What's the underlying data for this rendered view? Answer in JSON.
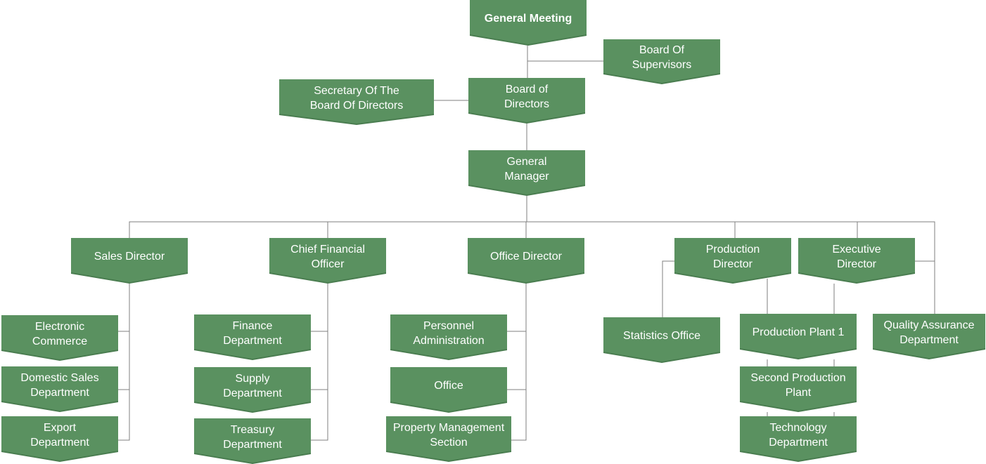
{
  "colors": {
    "box": "#5a9160",
    "box_shadow": "#4a7d50",
    "line": "#7f7f7f",
    "text": "#ffffff"
  },
  "nodes": [
    {
      "id": "general-meeting",
      "text": "General Meeting"
    },
    {
      "id": "board-of-supervisors",
      "text": "Board Of\nSupervisors"
    },
    {
      "id": "secretary-of-the-board",
      "text": "Secretary Of The\nBoard Of Directors"
    },
    {
      "id": "board-of-directors",
      "text": "Board of\nDirectors"
    },
    {
      "id": "general-manager",
      "text": "General\nManager"
    },
    {
      "id": "sales-director",
      "text": "Sales Director"
    },
    {
      "id": "chief-financial-officer",
      "text": "Chief Financial\nOfficer"
    },
    {
      "id": "office-director",
      "text": "Office Director"
    },
    {
      "id": "production-director",
      "text": "Production\nDirector"
    },
    {
      "id": "executive-director",
      "text": "Executive\nDirector"
    },
    {
      "id": "electronic-commerce",
      "text": "Electronic\nCommerce"
    },
    {
      "id": "domestic-sales-department",
      "text": "Domestic Sales\nDepartment"
    },
    {
      "id": "export-department",
      "text": "Export\nDepartment"
    },
    {
      "id": "finance-department",
      "text": "Finance\nDepartment"
    },
    {
      "id": "supply-department",
      "text": "Supply\nDepartment"
    },
    {
      "id": "treasury-department",
      "text": "Treasury\nDepartment"
    },
    {
      "id": "personnel-administration",
      "text": "Personnel\nAdministration"
    },
    {
      "id": "office",
      "text": "Office"
    },
    {
      "id": "property-management-section",
      "text": "Property Management\nSection"
    },
    {
      "id": "statistics-office",
      "text": "Statistics Office"
    },
    {
      "id": "production-plant-1",
      "text": "Production Plant 1"
    },
    {
      "id": "second-production-plant",
      "text": "Second Production\nPlant"
    },
    {
      "id": "technology-department",
      "text": "Technology\nDepartment"
    },
    {
      "id": "quality-assurance-department",
      "text": "Quality Assurance\nDepartment"
    }
  ],
  "edges": [
    [
      "general-meeting",
      "board-of-directors"
    ],
    [
      "general-meeting",
      "board-of-supervisors"
    ],
    [
      "board-of-directors",
      "secretary-of-the-board"
    ],
    [
      "board-of-directors",
      "general-manager"
    ],
    [
      "general-manager",
      "sales-director"
    ],
    [
      "general-manager",
      "chief-financial-officer"
    ],
    [
      "general-manager",
      "office-director"
    ],
    [
      "general-manager",
      "production-director"
    ],
    [
      "general-manager",
      "executive-director"
    ],
    [
      "general-manager",
      "quality-assurance-department"
    ],
    [
      "sales-director",
      "electronic-commerce"
    ],
    [
      "sales-director",
      "domestic-sales-department"
    ],
    [
      "sales-director",
      "export-department"
    ],
    [
      "chief-financial-officer",
      "finance-department"
    ],
    [
      "chief-financial-officer",
      "supply-department"
    ],
    [
      "chief-financial-officer",
      "treasury-department"
    ],
    [
      "office-director",
      "personnel-administration"
    ],
    [
      "office-director",
      "office"
    ],
    [
      "office-director",
      "property-management-section"
    ],
    [
      "production-director",
      "statistics-office"
    ],
    [
      "production-director",
      "production-plant-1"
    ],
    [
      "executive-director",
      "production-plant-1"
    ],
    [
      "production-plant-1",
      "second-production-plant"
    ],
    [
      "second-production-plant",
      "technology-department"
    ]
  ]
}
